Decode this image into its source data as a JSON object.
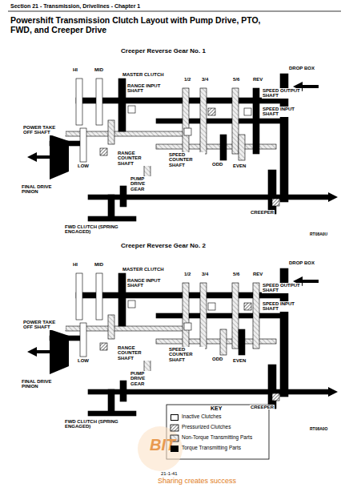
{
  "diagram": {
    "title": "Powershift Transmission Clutch Layout with Pump Drive, PTO, FWD, and Creeper Drive",
    "labels": [
      "Section 21 - Transmission, Drivelines - Chapter 1",
      "Creeper Reverse Gear No. 1",
      "HI",
      "MID",
      "MASTER CLUTCH",
      "1/2",
      "3/4",
      "5/6",
      "REV",
      "DROP BOX",
      "RANGE INPUT SHAFT",
      "SPEED OUTPUT SHAFT",
      "SPEED INPUT SHAFT",
      "POWER TAKE OFF SHAFT",
      "LOW",
      "RANGE COUNTER SHAFT",
      "SPEED COUNTER SHAFT",
      "ODD",
      "EVEN",
      "PUMP DRIVE GEAR",
      "FINAL DRIVE PINION",
      "CREEPER",
      "FWD CLUTCH (SPRING ENGAGED)",
      "RT08A0U",
      "Creeper Reverse Gear No. 2",
      "HI",
      "MID",
      "MASTER CLUTCH",
      "1/2",
      "3/4",
      "5/6",
      "REV",
      "DROP BOX",
      "RANGE INPUT SHAFT",
      "SPEED OUTPUT SHAFT",
      "SPEED INPUT SHAFT",
      "POWER TAKE OFF SHAFT",
      "LOW",
      "RANGE COUNTER SHAFT",
      "SPEED COUNTER SHAFT",
      "ODD",
      "EVEN",
      "PUMP DRIVE GEAR",
      "FINAL DRIVE PINION",
      "CREEPER",
      "FWD CLUTCH (SPRING ENGAGED)",
      "RT08A0O",
      "KEY",
      "21-1-41",
      "BIT",
      "Sharing creates success"
    ],
    "legend": [
      {
        "text": "Inactive Clutches",
        "color": "#ffffff"
      },
      {
        "text": "Pressurized Clutches"
      },
      {
        "text": "Non-Torque Transmitting Parts"
      },
      {
        "text": "Torque Transmitting Parts",
        "color": "#000000"
      }
    ]
  }
}
